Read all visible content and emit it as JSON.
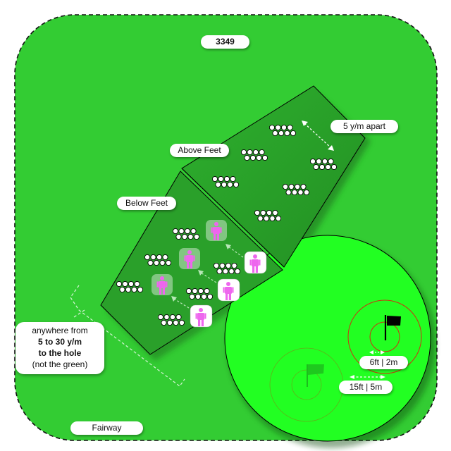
{
  "diagram": {
    "id_badge": "3349",
    "labels": {
      "above_feet": "Above Feet",
      "below_feet": "Below Feet",
      "spacing": "5 y/m apart",
      "fairway": "Fairway",
      "inner_radius": "6ft | 2m",
      "outer_radius": "15ft | 5m"
    },
    "note": {
      "line1": "anywhere from",
      "line2": "5 to 30 y/m",
      "line3": "to the hole",
      "line4": "(not the green)"
    },
    "zones": [
      {
        "name": "above-feet-slope",
        "ball_groups": 6
      },
      {
        "name": "below-feet-slope",
        "ball_groups": 6,
        "player_positions": 6
      }
    ],
    "flags": [
      {
        "name": "active-hole",
        "color": "#000000",
        "rings": [
          "6ft | 2m",
          "15ft | 5m"
        ]
      },
      {
        "name": "alternate-hole",
        "color": "#1fa01f",
        "faded": true
      }
    ],
    "colors": {
      "fairway": "#33cc33",
      "slope": "#2aa42a",
      "green": "#22ff22",
      "player": "#ee66ee",
      "ring": "#cc3311"
    }
  }
}
